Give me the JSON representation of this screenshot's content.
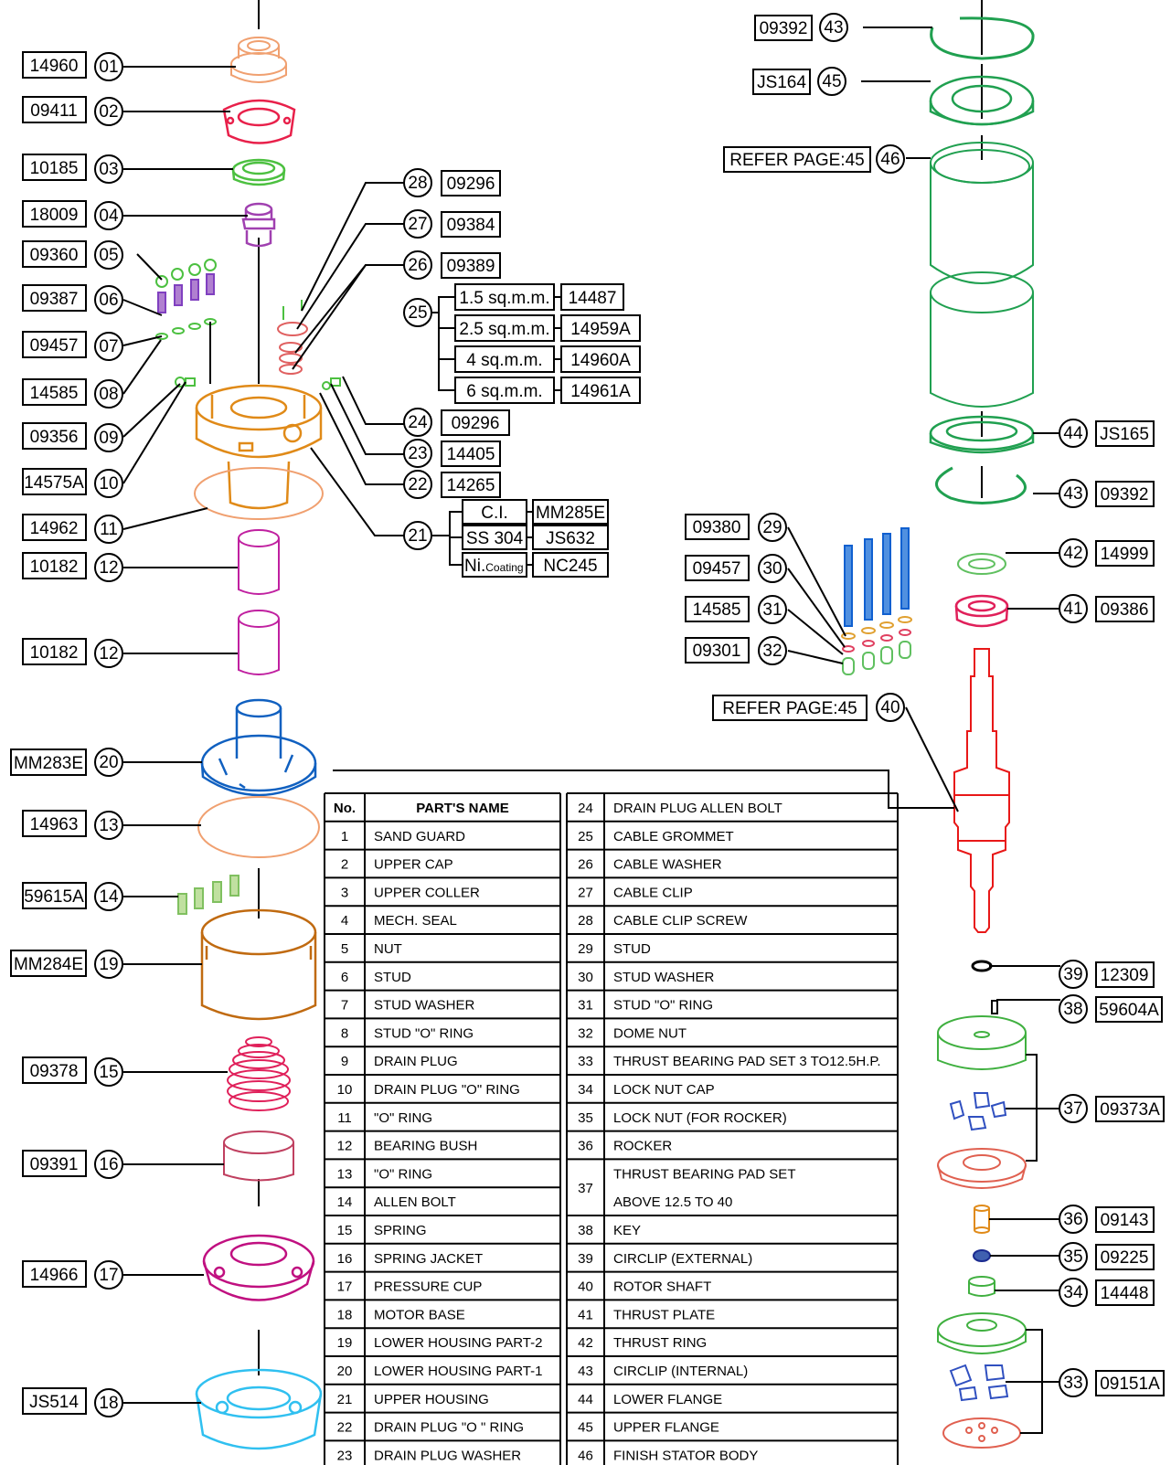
{
  "callouts": {
    "c01": {
      "num": "01",
      "code": "14960"
    },
    "c02": {
      "num": "02",
      "code": "09411"
    },
    "c03": {
      "num": "03",
      "code": "10185"
    },
    "c04": {
      "num": "04",
      "code": "18009"
    },
    "c05": {
      "num": "05",
      "code": "09360"
    },
    "c06": {
      "num": "06",
      "code": "09387"
    },
    "c07": {
      "num": "07",
      "code": "09457"
    },
    "c08": {
      "num": "08",
      "code": "14585"
    },
    "c09": {
      "num": "09",
      "code": "09356"
    },
    "c10": {
      "num": "10",
      "code": "14575A"
    },
    "c11": {
      "num": "11",
      "code": "14962"
    },
    "c12a": {
      "num": "12",
      "code": "10182"
    },
    "c12b": {
      "num": "12",
      "code": "10182"
    },
    "c20": {
      "num": "20",
      "code": "MM283E"
    },
    "c13": {
      "num": "13",
      "code": "14963"
    },
    "c14": {
      "num": "14",
      "code": "59615A"
    },
    "c19": {
      "num": "19",
      "code": "MM284E"
    },
    "c15": {
      "num": "15",
      "code": "09378"
    },
    "c16": {
      "num": "16",
      "code": "09391"
    },
    "c17": {
      "num": "17",
      "code": "14966"
    },
    "c18": {
      "num": "18",
      "code": "JS514"
    },
    "c28": {
      "num": "28",
      "code": "09296"
    },
    "c27": {
      "num": "27",
      "code": "09384"
    },
    "c26": {
      "num": "26",
      "code": "09389"
    },
    "c24": {
      "num": "24",
      "code": "09296"
    },
    "c23": {
      "num": "23",
      "code": "14405"
    },
    "c22": {
      "num": "22",
      "code": "14265"
    },
    "c25": {
      "num": "25"
    },
    "c21": {
      "num": "21"
    },
    "c43a": {
      "num": "43",
      "code": "09392"
    },
    "c45": {
      "num": "45",
      "code": "JS164"
    },
    "c46": {
      "num": "46",
      "code": "REFER PAGE:45"
    },
    "c44": {
      "num": "44",
      "code": "JS165"
    },
    "c43b": {
      "num": "43",
      "code": "09392"
    },
    "c42": {
      "num": "42",
      "code": "14999"
    },
    "c41": {
      "num": "41",
      "code": "09386"
    },
    "c29": {
      "num": "29",
      "code": "09380"
    },
    "c30": {
      "num": "30",
      "code": "09457"
    },
    "c31": {
      "num": "31",
      "code": "14585"
    },
    "c32": {
      "num": "32",
      "code": "09301"
    },
    "c40": {
      "num": "40",
      "code": "REFER PAGE:45"
    },
    "c39": {
      "num": "39",
      "code": "12309"
    },
    "c38": {
      "num": "38",
      "code": "59604A"
    },
    "c37": {
      "num": "37",
      "code": "09373A"
    },
    "c36": {
      "num": "36",
      "code": "09143"
    },
    "c35": {
      "num": "35",
      "code": "09225"
    },
    "c34": {
      "num": "34",
      "code": "14448"
    },
    "c33": {
      "num": "33",
      "code": "09151A"
    }
  },
  "cable_options": [
    {
      "size": "1.5 sq.m.m.",
      "code": "14487"
    },
    {
      "size": "2.5 sq.m.m.",
      "code": "14959A"
    },
    {
      "size": "4 sq.m.m.",
      "code": "14960A"
    },
    {
      "size": "6 sq.m.m.",
      "code": "14961A"
    }
  ],
  "housing_options": [
    {
      "material": "C.I.",
      "code": "MM285E"
    },
    {
      "material": "SS 304",
      "code": "JS632"
    },
    {
      "material_main": "Ni.",
      "material_sub": "Coating",
      "code": "NC245"
    }
  ],
  "table": {
    "header_no": "No.",
    "header_name": "PART'S NAME",
    "left": [
      {
        "no": "1",
        "name": "SAND  GUARD"
      },
      {
        "no": "2",
        "name": "UPPER  CAP"
      },
      {
        "no": "3",
        "name": "UPPER  COLLER"
      },
      {
        "no": "4",
        "name": "MECH.  SEAL"
      },
      {
        "no": "5",
        "name": "NUT"
      },
      {
        "no": "6",
        "name": "STUD"
      },
      {
        "no": "7",
        "name": "STUD  WASHER"
      },
      {
        "no": "8",
        "name": "STUD  \"O\"  RING"
      },
      {
        "no": "9",
        "name": "DRAIN  PLUG"
      },
      {
        "no": "10",
        "name": "DRAIN  PLUG  \"O\"  RING"
      },
      {
        "no": "11",
        "name": "\"O\"  RING"
      },
      {
        "no": "12",
        "name": "BEARING  BUSH"
      },
      {
        "no": "13",
        "name": "\"O\"  RING"
      },
      {
        "no": "14",
        "name": "ALLEN  BOLT"
      },
      {
        "no": "15",
        "name": "SPRING"
      },
      {
        "no": "16",
        "name": "SPRING  JACKET"
      },
      {
        "no": "17",
        "name": "PRESSURE  CUP"
      },
      {
        "no": "18",
        "name": "MOTOR  BASE"
      },
      {
        "no": "19",
        "name": "LOWER  HOUSING  PART-2"
      },
      {
        "no": "20",
        "name": "LOWER  HOUSING  PART-1"
      },
      {
        "no": "21",
        "name": "UPPER  HOUSING"
      },
      {
        "no": "22",
        "name": "DRAIN  PLUG  \"O \"  RING"
      },
      {
        "no": "23",
        "name": "DRAIN  PLUG   WASHER"
      }
    ],
    "right": [
      {
        "no": "24",
        "name": "DRAIN  PLUG   ALLEN  BOLT"
      },
      {
        "no": "25",
        "name": "CABLE  GROMMET"
      },
      {
        "no": "26",
        "name": "CABLE  WASHER"
      },
      {
        "no": "27",
        "name": "CABLE  CLIP"
      },
      {
        "no": "28",
        "name": "CABLE  CLIP  SCREW"
      },
      {
        "no": "29",
        "name": "STUD"
      },
      {
        "no": "30",
        "name": "STUD  WASHER"
      },
      {
        "no": "31",
        "name": "STUD  \"O\"  RING"
      },
      {
        "no": "32",
        "name": "DOME  NUT"
      },
      {
        "no": "33",
        "name": "THRUST  BEARING  PAD  SET  3  TO12.5H.P."
      },
      {
        "no": "37",
        "name": "THRUST  BEARING  PAD  SET",
        "name2": "ABOVE   12.5   TO   40"
      },
      {
        "no": "38",
        "name": "KEY"
      },
      {
        "no": "39",
        "name": "CIRCLIP  (EXTERNAL)"
      },
      {
        "no": "40",
        "name": "ROTOR  SHAFT"
      },
      {
        "no": "41",
        "name": "THRUST  PLATE"
      },
      {
        "no": "42",
        "name": "THRUST  RING"
      },
      {
        "no": "43",
        "name": "CIRCLIP   (INTERNAL)"
      },
      {
        "no": "44",
        "name": "LOWER  FLANGE"
      },
      {
        "no": "45",
        "name": "UPPER   FLANGE"
      },
      {
        "no": "46",
        "name": "FINISH  STATOR  BODY"
      }
    ],
    "right_extra": [
      {
        "no": "34",
        "name": "LOCK  NUT  CAP"
      },
      {
        "no": "35",
        "name": "LOCK  NUT  (FOR  ROCKER)"
      },
      {
        "no": "36",
        "name": "ROCKER"
      }
    ]
  },
  "colors": {
    "ink": "#000000",
    "sand_guard": "#f0a070",
    "upper_cap": "#e8204a",
    "collar": "#4cc040",
    "seal": "#a040b0",
    "stud": "#8040c0",
    "housing": "#e08a18",
    "bush": "#c020a0",
    "lower_housing1": "#1060c0",
    "lower_housing2": "#c06a10",
    "spring": "#e0205a",
    "pressure_cup": "#c01080",
    "motor_base": "#30c0f0",
    "stator": "#20a050",
    "rotor": "#e81818",
    "thrust_pad": "#e06050",
    "rocker_blue": "#3050c0",
    "stud_blue": "#1060d0"
  }
}
